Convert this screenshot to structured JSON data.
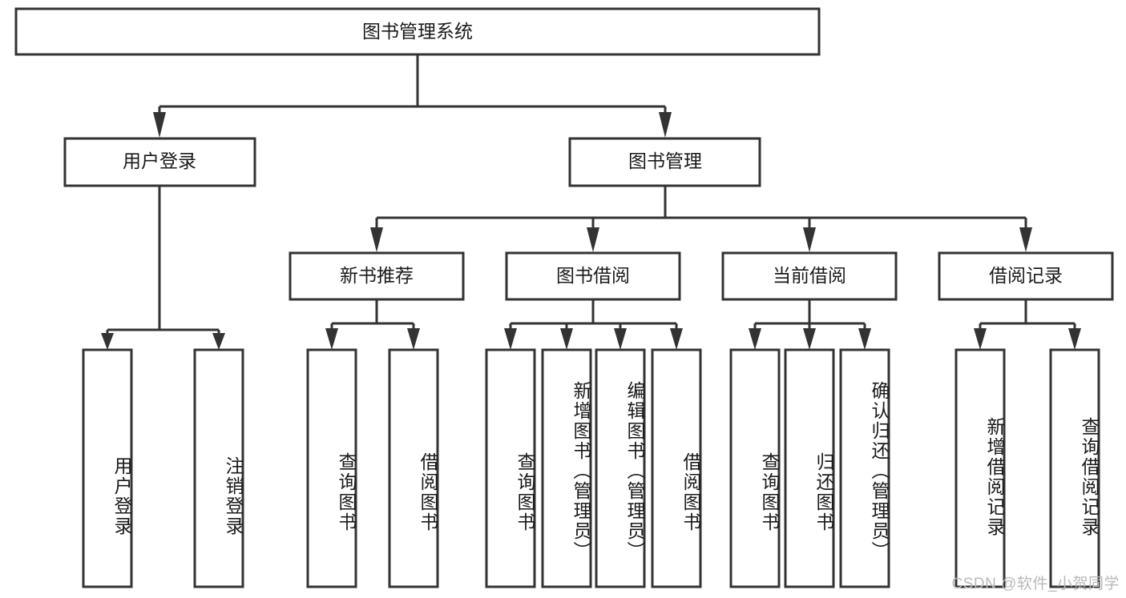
{
  "diagram": {
    "title": "图书管理系统",
    "type": "hierarchy-tree",
    "watermark": "CSDN @软件_小贺同学",
    "colors": {
      "stroke": "#333333",
      "fill": "#ffffff",
      "text": "#1a1a1a",
      "watermark": "#b9b9b9"
    },
    "root": {
      "label": "图书管理系统"
    },
    "level2": [
      {
        "label": "用户登录"
      },
      {
        "label": "图书管理"
      }
    ],
    "level3": [
      {
        "label": "新书推荐"
      },
      {
        "label": "图书借阅"
      },
      {
        "label": "当前借阅"
      },
      {
        "label": "借阅记录"
      }
    ],
    "leaves": {
      "user_login": [
        {
          "label": "用户登录"
        },
        {
          "label": "注销登录"
        }
      ],
      "new_book_recommend": [
        {
          "label": "查询图书"
        },
        {
          "label": "借阅图书"
        }
      ],
      "book_borrow": [
        {
          "label": "查询图书"
        },
        {
          "label": "新增图书（管理员）"
        },
        {
          "label": "编辑图书（管理员）"
        },
        {
          "label": "借阅图书"
        }
      ],
      "current_borrow": [
        {
          "label": "查询图书"
        },
        {
          "label": "归还图书"
        },
        {
          "label": "确认归还（管理员）"
        }
      ],
      "borrow_record": [
        {
          "label": "新增借阅记录"
        },
        {
          "label": "查询借阅记录"
        }
      ]
    }
  }
}
